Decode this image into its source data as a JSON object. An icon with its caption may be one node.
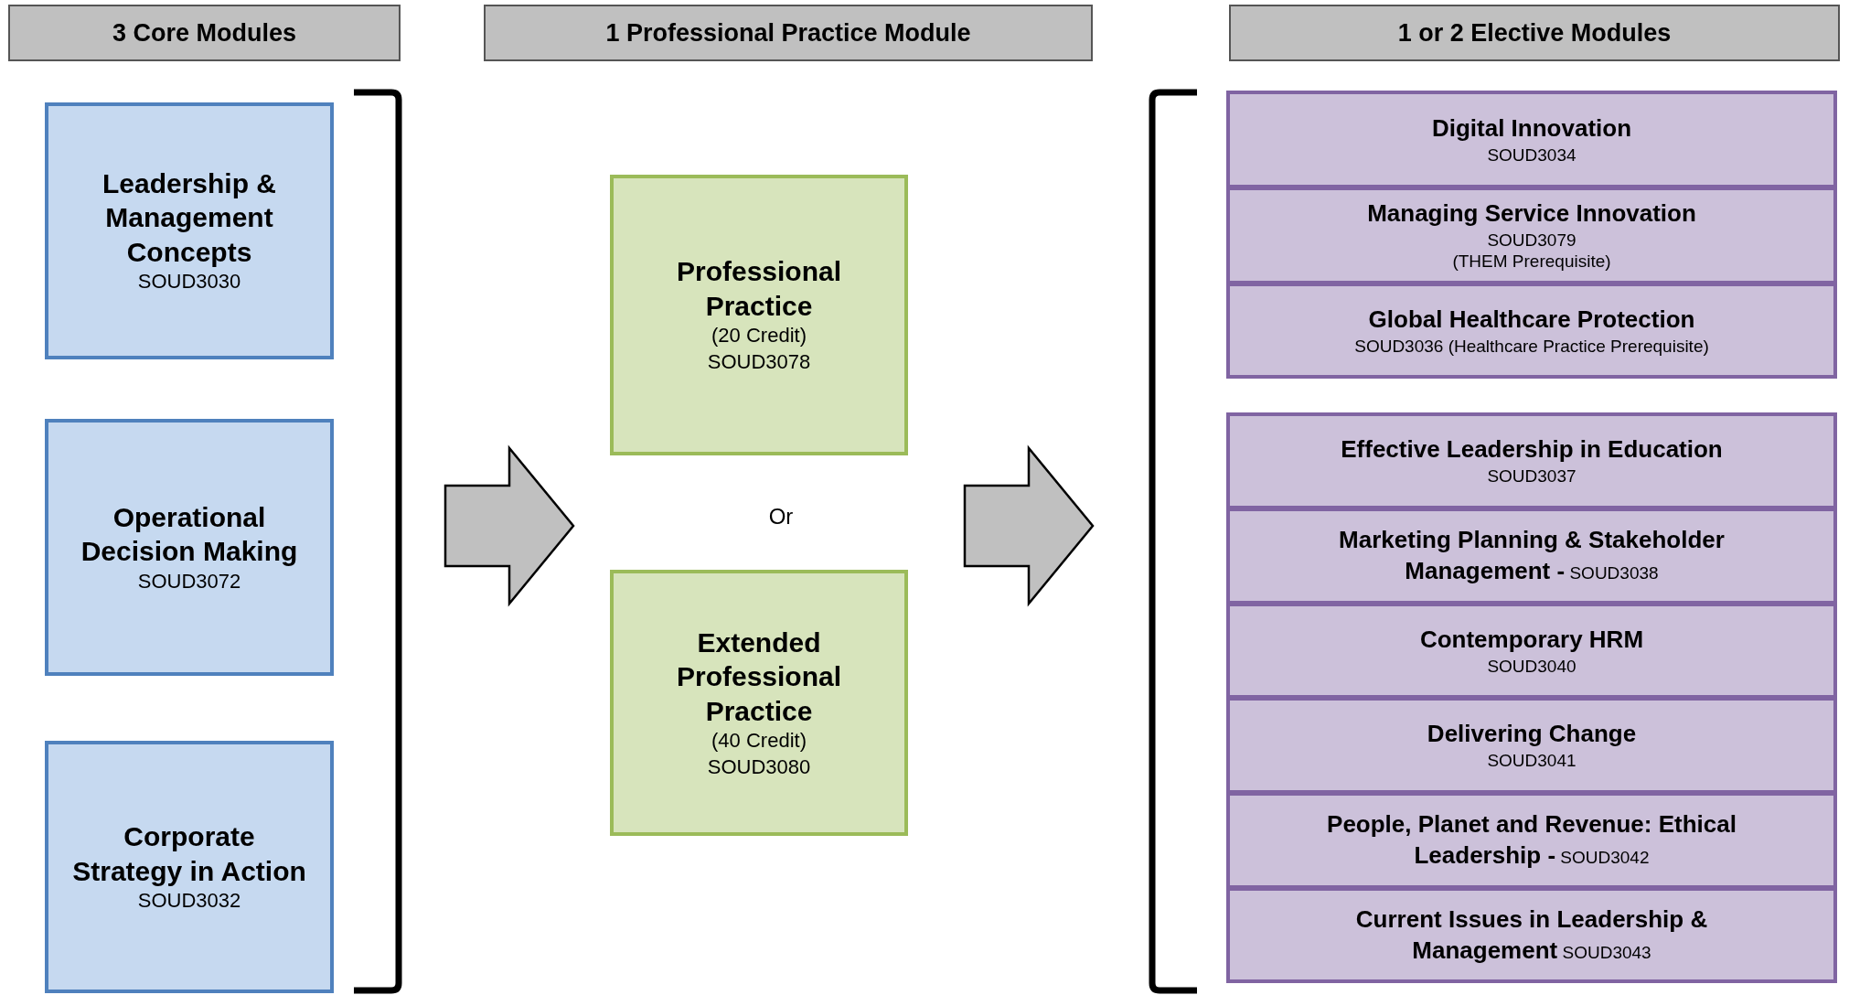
{
  "diagram": {
    "nodes": [
      {
        "text": [
          "3 Core Modules"
        ]
      },
      {
        "text": [
          "1 Professional Practice Module"
        ]
      },
      {
        "text": [
          "1 or 2 Elective Modules"
        ]
      },
      {
        "text": [
          "Leadership & Management Concepts",
          "SOUD3030"
        ]
      },
      {
        "text": [
          "Operational Decision Making",
          "SOUD3072"
        ]
      },
      {
        "text": [
          "Corporate Strategy in Action",
          "SOUD3032"
        ]
      },
      {
        "text": [
          "Professional Practice",
          "(20 Credit)",
          "SOUD3078"
        ]
      },
      {
        "text": [
          "Extended Professional Practice",
          "(40 Credit)",
          "SOUD3080"
        ]
      },
      {
        "text": [
          "Digital Innovation",
          "SOUD3034"
        ]
      },
      {
        "text": [
          "Managing Service Innovation",
          "SOUD3079",
          "(THEM Prerequisite)"
        ]
      },
      {
        "text": [
          "Global Healthcare Protection",
          "SOUD3036 (Healthcare Practice Prerequisite)"
        ]
      },
      {
        "text": [
          "Effective Leadership in Education",
          "SOUD3037"
        ]
      },
      {
        "text": [
          "**Marketing Planning & Stakeholder Management -** SOUD3038"
        ]
      },
      {
        "text": [
          "Contemporary HRM",
          "SOUD3040"
        ]
      },
      {
        "text": [
          "Delivering Change",
          "SOUD3041"
        ]
      },
      {
        "text": [
          "**People, Planet and Revenue: Ethical Leadership -** SOUD3042"
        ]
      },
      {
        "text": [
          "**Current Issues in Leadership & Management** SOUD3043"
        ]
      }
    ],
    "labels": [
      "Or"
    ]
  }
}
